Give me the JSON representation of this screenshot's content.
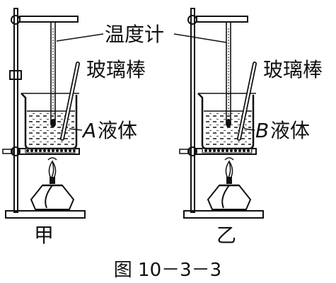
{
  "labels": {
    "thermometer": "温度计",
    "glass_rod_left": "玻璃棒",
    "glass_rod_right": "玻璃棒",
    "liquid_a_letter": "A",
    "liquid_a_text": "液体",
    "liquid_b_letter": "B",
    "liquid_b_text": "液体",
    "setup_left": "甲",
    "setup_right": "乙",
    "caption": "图 10－3－3"
  },
  "colors": {
    "ink": "#111111",
    "background": "#ffffff",
    "liquid_hatch": "#222222"
  }
}
